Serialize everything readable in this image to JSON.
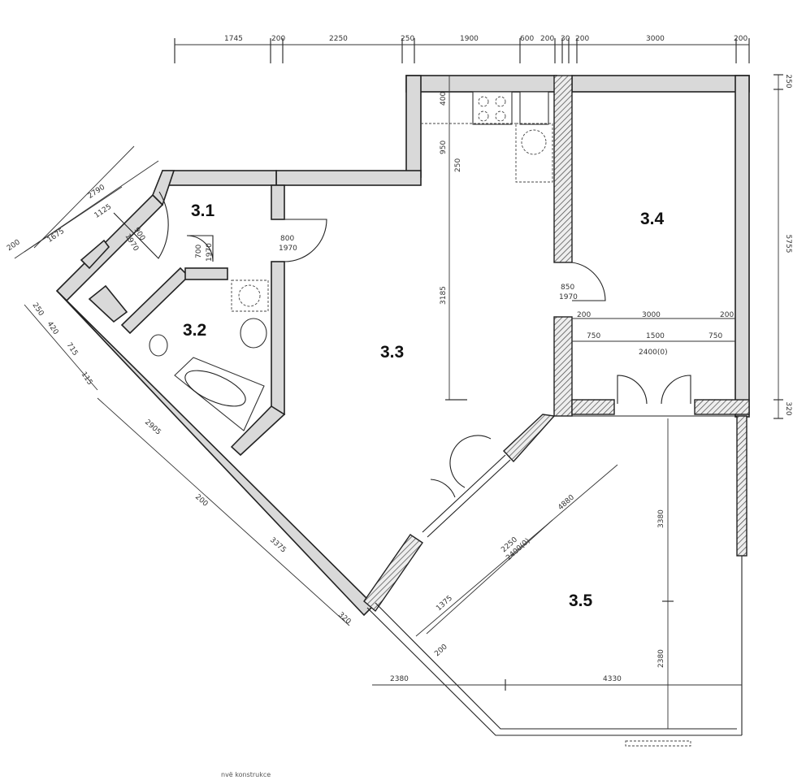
{
  "rooms": [
    {
      "id": "3.1",
      "label": "3.1"
    },
    {
      "id": "3.2",
      "label": "3.2"
    },
    {
      "id": "3.3",
      "label": "3.3"
    },
    {
      "id": "3.4",
      "label": "3.4"
    },
    {
      "id": "3.5",
      "label": "3.5"
    }
  ],
  "top_dims": [
    "1745",
    "200",
    "2250",
    "250",
    "1900",
    "600",
    "200",
    "30",
    "200",
    "3000",
    "200"
  ],
  "right_dims": {
    "top": "250",
    "height": "5755",
    "bottom": "320"
  },
  "left_diag_dims": [
    "2790",
    "1125",
    "1675",
    "200"
  ],
  "left_side_dims": [
    "250",
    "420",
    "715",
    "115"
  ],
  "lower_left_dims": [
    "2905",
    "200",
    "3375",
    "320"
  ],
  "doors": {
    "d31": {
      "width": "900",
      "height": "1970"
    },
    "d32": {
      "width": "700",
      "height": "1970"
    },
    "d33": {
      "width": "800",
      "height": "1970"
    },
    "d34": {
      "width": "850",
      "height": "1970"
    }
  },
  "kitchen_dims": [
    "400",
    "950",
    "250"
  ],
  "room33_height": "3185",
  "room34_dims": {
    "left": "200",
    "mid": "3000",
    "right": "200",
    "w1": "750",
    "w2": "1500",
    "w3": "750",
    "opening": "2400(0)"
  },
  "room35_dims": {
    "h1": "3380",
    "h2": "2380",
    "w1": "2380",
    "w2": "4330",
    "diag": "4880",
    "d1": "2250",
    "d2": "2400(0)",
    "d3": "1375",
    "d4": "200"
  },
  "footer_note": "nvë konstrukce"
}
